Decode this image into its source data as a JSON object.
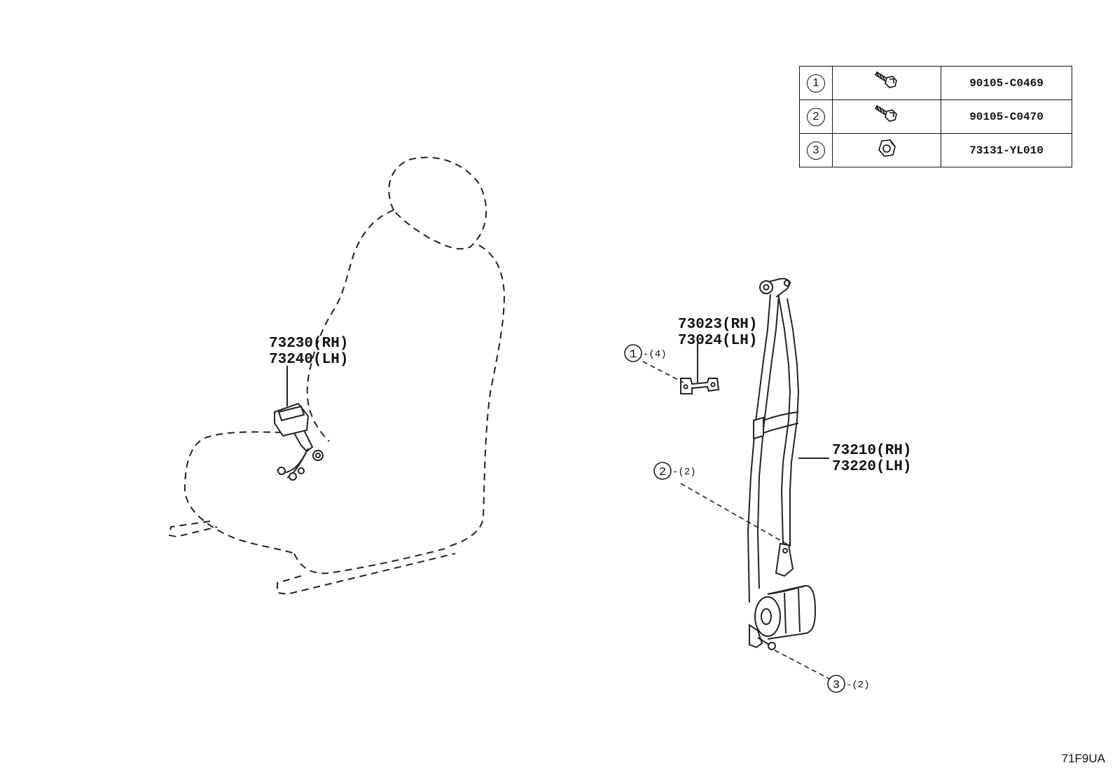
{
  "diagram_code": "71F9UA",
  "callouts": {
    "buckle": {
      "line1": "73230(RH)",
      "line2": "73240(LH)"
    },
    "anchor_plate": {
      "line1": "73023(RH)",
      "line2": "73024(LH)"
    },
    "retractor_belt": {
      "line1": "73210(RH)",
      "line2": "73220(LH)"
    }
  },
  "refs": [
    {
      "num": "1",
      "qty": "-(4)"
    },
    {
      "num": "2",
      "qty": "-(2)"
    },
    {
      "num": "3",
      "qty": "-(2)"
    }
  ],
  "legend": [
    {
      "num": "1",
      "icon": "hex-bolt-icon",
      "part_no": "90105-C0469"
    },
    {
      "num": "2",
      "icon": "hex-bolt-icon",
      "part_no": "90105-C0470"
    },
    {
      "num": "3",
      "icon": "hex-nut-icon",
      "part_no": "73131-YL010"
    }
  ]
}
